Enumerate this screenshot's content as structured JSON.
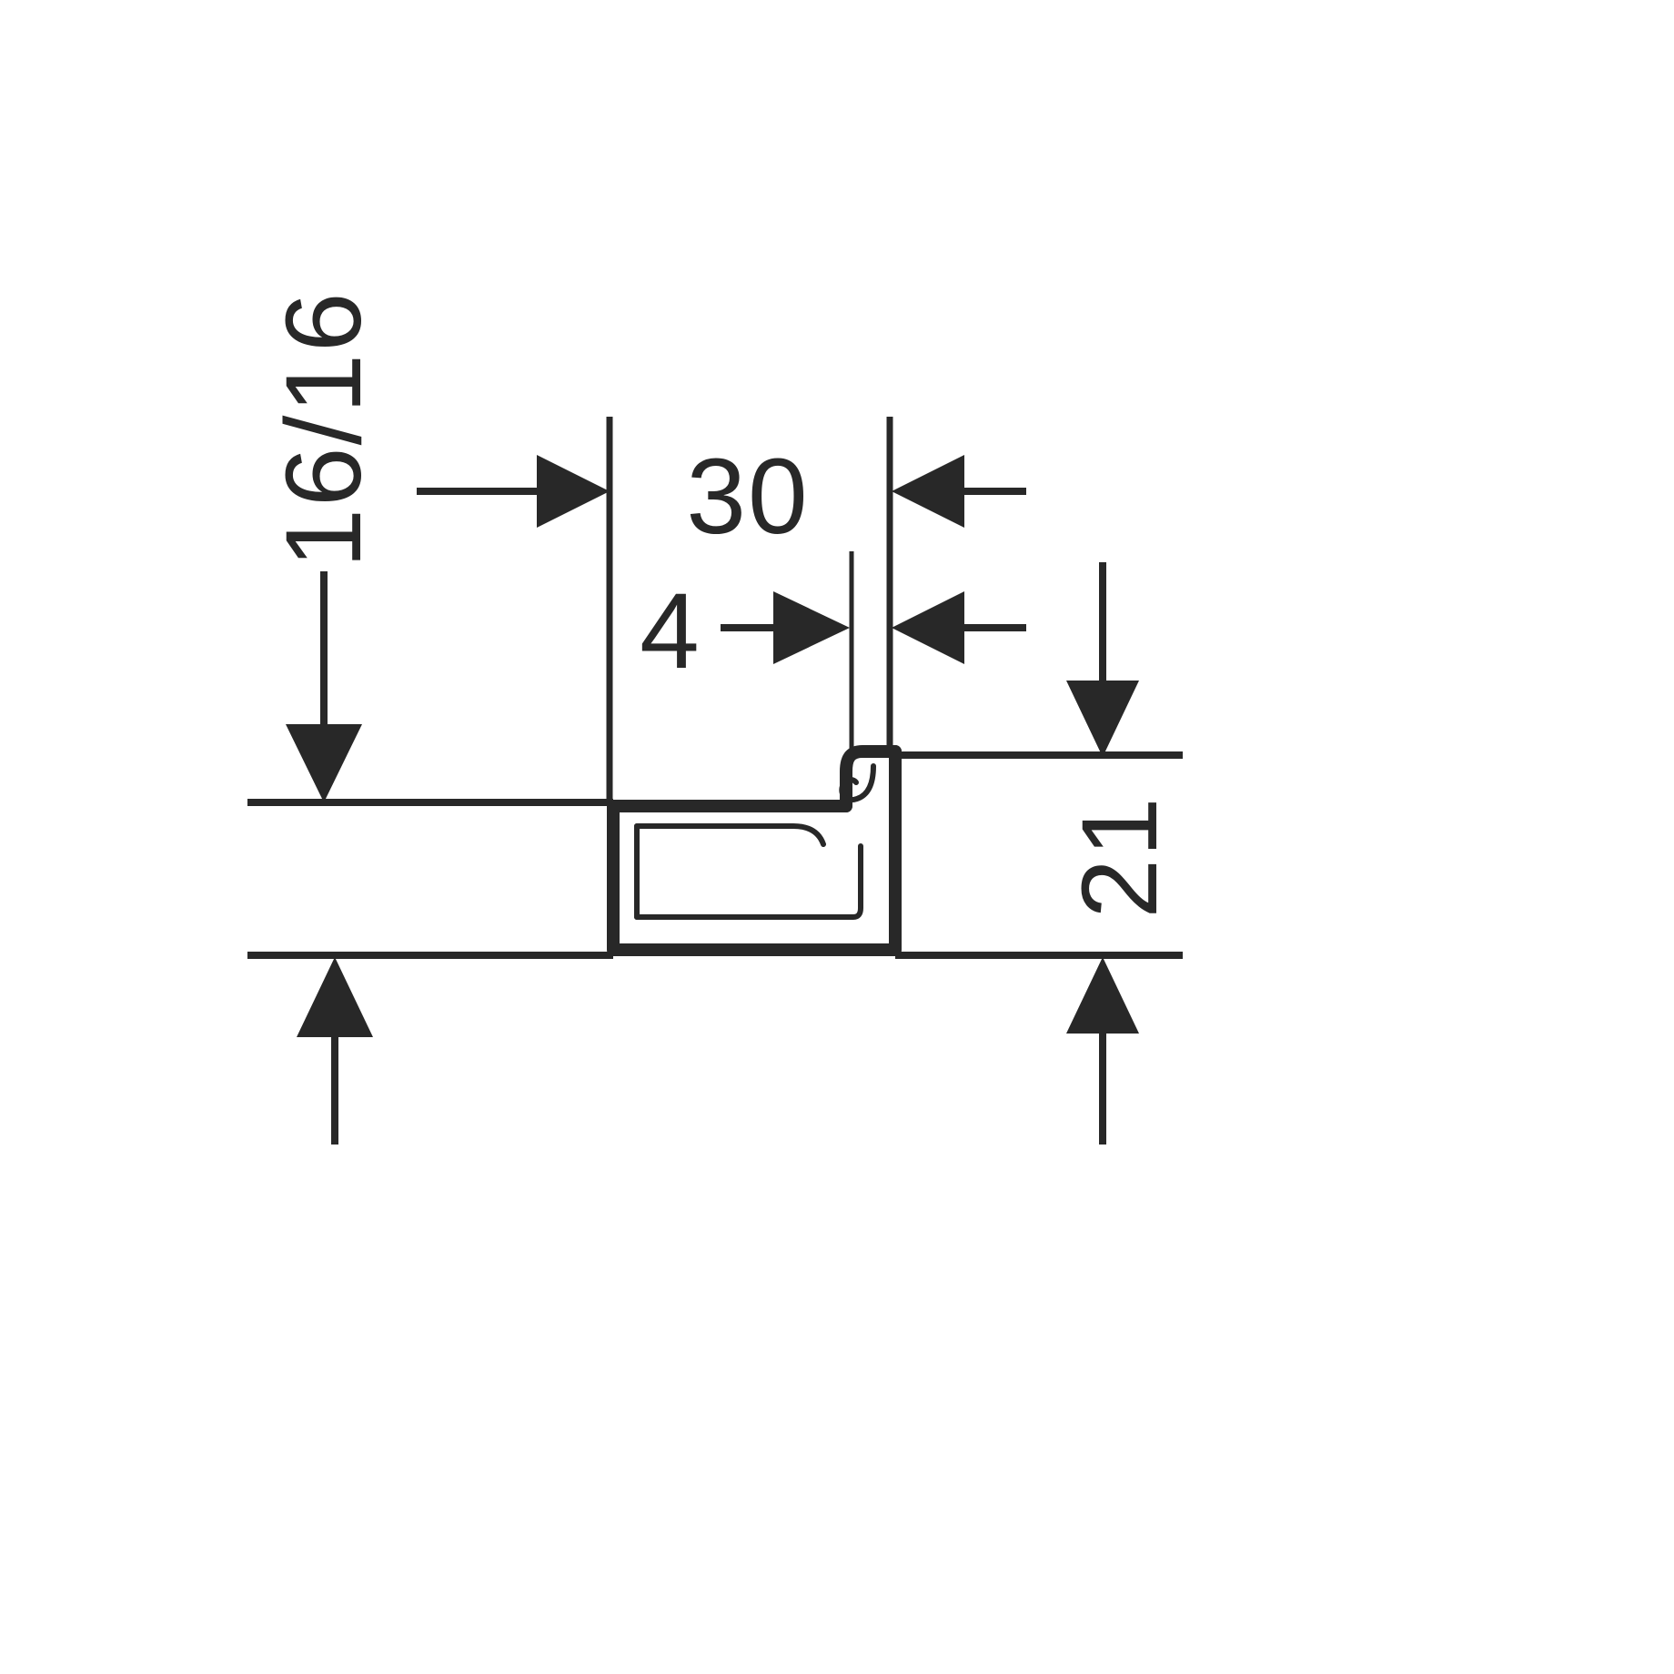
{
  "colors": {
    "line": "#282828",
    "background": "#ffffff"
  },
  "labels": {
    "height_left": "16/16",
    "width_top": "30",
    "slot": "4",
    "height_right": "21"
  }
}
